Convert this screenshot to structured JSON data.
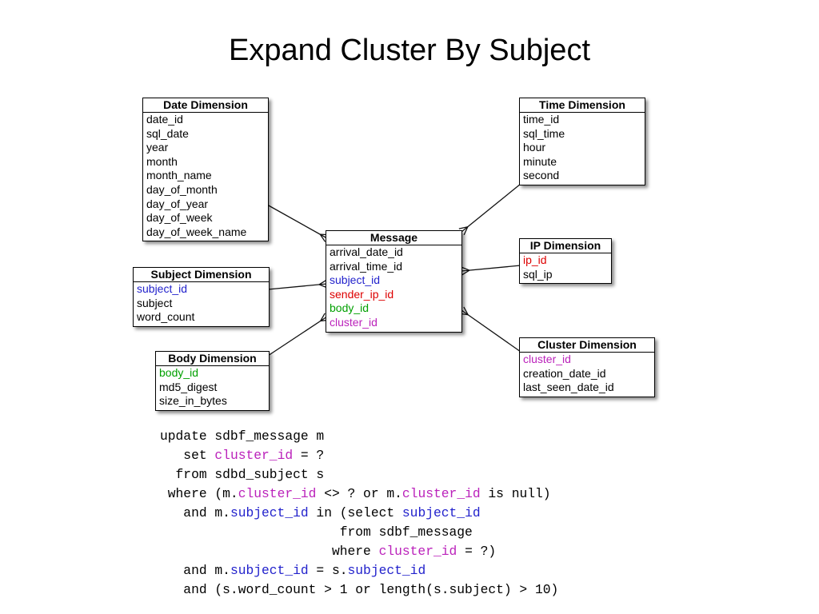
{
  "title": "Expand Cluster By Subject",
  "colors": {
    "subject": "#2222cc",
    "ip": "#dd0000",
    "body": "#00a000",
    "cluster": "#bb22bb",
    "plain": "#000000"
  },
  "entities": [
    {
      "id": "date",
      "title": "Date Dimension",
      "fields": [
        {
          "name": "date_id"
        },
        {
          "name": "sql_date"
        },
        {
          "name": "year"
        },
        {
          "name": "month"
        },
        {
          "name": "month_name"
        },
        {
          "name": "day_of_month"
        },
        {
          "name": "day_of_year"
        },
        {
          "name": "day_of_week"
        },
        {
          "name": "day_of_week_name"
        }
      ]
    },
    {
      "id": "time",
      "title": "Time Dimension",
      "fields": [
        {
          "name": "time_id"
        },
        {
          "name": "sql_time"
        },
        {
          "name": "hour"
        },
        {
          "name": "minute"
        },
        {
          "name": "second"
        }
      ]
    },
    {
      "id": "message",
      "title": "Message",
      "fields": [
        {
          "name": "arrival_date_id"
        },
        {
          "name": "arrival_time_id"
        },
        {
          "name": "subject_id",
          "color": "subject"
        },
        {
          "name": "sender_ip_id",
          "color": "ip"
        },
        {
          "name": "body_id",
          "color": "body"
        },
        {
          "name": "cluster_id",
          "color": "cluster"
        }
      ]
    },
    {
      "id": "ip",
      "title": "IP Dimension",
      "fields": [
        {
          "name": "ip_id",
          "color": "ip"
        },
        {
          "name": "sql_ip"
        }
      ]
    },
    {
      "id": "subject",
      "title": "Subject Dimension",
      "fields": [
        {
          "name": "subject_id",
          "color": "subject"
        },
        {
          "name": "subject"
        },
        {
          "name": "word_count"
        }
      ]
    },
    {
      "id": "cluster",
      "title": "Cluster Dimension",
      "fields": [
        {
          "name": "cluster_id",
          "color": "cluster"
        },
        {
          "name": "creation_date_id"
        },
        {
          "name": "last_seen_date_id"
        }
      ]
    },
    {
      "id": "body",
      "title": "Body Dimension",
      "fields": [
        {
          "name": "body_id",
          "color": "body"
        },
        {
          "name": "md5_digest"
        },
        {
          "name": "size_in_bytes"
        }
      ]
    }
  ],
  "relationships": [
    {
      "from": "date",
      "to": "message"
    },
    {
      "from": "time",
      "to": "message"
    },
    {
      "from": "ip",
      "to": "message"
    },
    {
      "from": "subject",
      "to": "message"
    },
    {
      "from": "cluster",
      "to": "message"
    },
    {
      "from": "body",
      "to": "message"
    }
  ],
  "sql_lines": [
    [
      {
        "t": "update sdbf_message m"
      }
    ],
    [
      {
        "t": "   set "
      },
      {
        "t": "cluster_id",
        "c": "cluster"
      },
      {
        "t": " = ?"
      }
    ],
    [
      {
        "t": "  from sdbd_subject s"
      }
    ],
    [
      {
        "t": " where (m."
      },
      {
        "t": "cluster_id",
        "c": "cluster"
      },
      {
        "t": " <> ? or m."
      },
      {
        "t": "cluster_id",
        "c": "cluster"
      },
      {
        "t": " is null)"
      }
    ],
    [
      {
        "t": "   and m."
      },
      {
        "t": "subject_id",
        "c": "subject"
      },
      {
        "t": " in (select "
      },
      {
        "t": "subject_id",
        "c": "subject"
      }
    ],
    [
      {
        "t": "                       from sdbf_message"
      }
    ],
    [
      {
        "t": "                      where "
      },
      {
        "t": "cluster_id",
        "c": "cluster"
      },
      {
        "t": " = ?)"
      }
    ],
    [
      {
        "t": "   and m."
      },
      {
        "t": "subject_id",
        "c": "subject"
      },
      {
        "t": " = s."
      },
      {
        "t": "subject_id",
        "c": "subject"
      }
    ],
    [
      {
        "t": "   and (s.word_count > 1 or length(s.subject) > 10)"
      }
    ]
  ]
}
